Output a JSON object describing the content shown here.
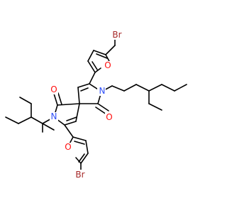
{
  "colors": {
    "bond": "#000000",
    "oxygen": "#ff0d0d",
    "nitrogen": "#3050f8",
    "bromine": "#a62929",
    "background": "#ffffff"
  },
  "atoms": {
    "br_top": "Br",
    "o_furan_top": "O",
    "n_right": "N",
    "o_carbonyl_left": "O",
    "o_carbonyl_right": "O",
    "n_left": "N",
    "o_furan_bottom": "O",
    "br_bottom": "Br"
  }
}
